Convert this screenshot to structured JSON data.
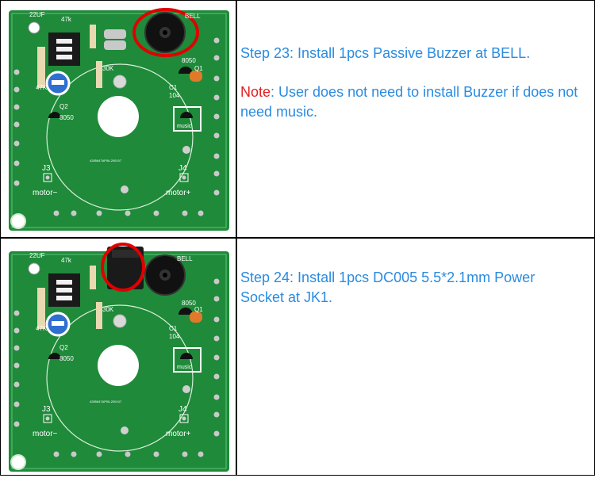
{
  "steps": [
    {
      "text": "Step 23: Install 1pcs Passive Buzzer at BELL.",
      "note_label": "Note",
      "note_text": ": User does not need to install Buzzer if does not need music.",
      "pcb": {
        "cap": "22UF",
        "res": "47k",
        "bell": "BELL",
        "transistor": "8050",
        "q1": "Q1",
        "c1": "C1",
        "cap104": "104",
        "r30": "30K",
        "r47": "47K",
        "q2": "Q2",
        "q2part": "8050",
        "music": "music",
        "j3": "J3",
        "j4": "J4",
        "motor_minus": "motor−",
        "motor_plus": "motor+",
        "serial": "4285647AP06-200107"
      }
    },
    {
      "text": "Step 24: Install 1pcs DC005 5.5*2.1mm Power Socket at JK1.",
      "pcb": {
        "cap": "22UF",
        "res": "47k",
        "bell": "BELL",
        "transistor": "8050",
        "q1": "Q1",
        "c1": "C1",
        "cap104": "104",
        "r30": "30K",
        "r47": "47K",
        "q2": "Q2",
        "q2part": "8050",
        "music": "music",
        "j3": "J3",
        "j4": "J4",
        "motor_minus": "motor−",
        "motor_plus": "motor+",
        "serial": "4285647AP06-200107"
      }
    }
  ],
  "colors": {
    "text": "#2a8be0",
    "note": "#e02020",
    "pcb_green": "#1f8a3a",
    "highlight": "#e00000"
  }
}
